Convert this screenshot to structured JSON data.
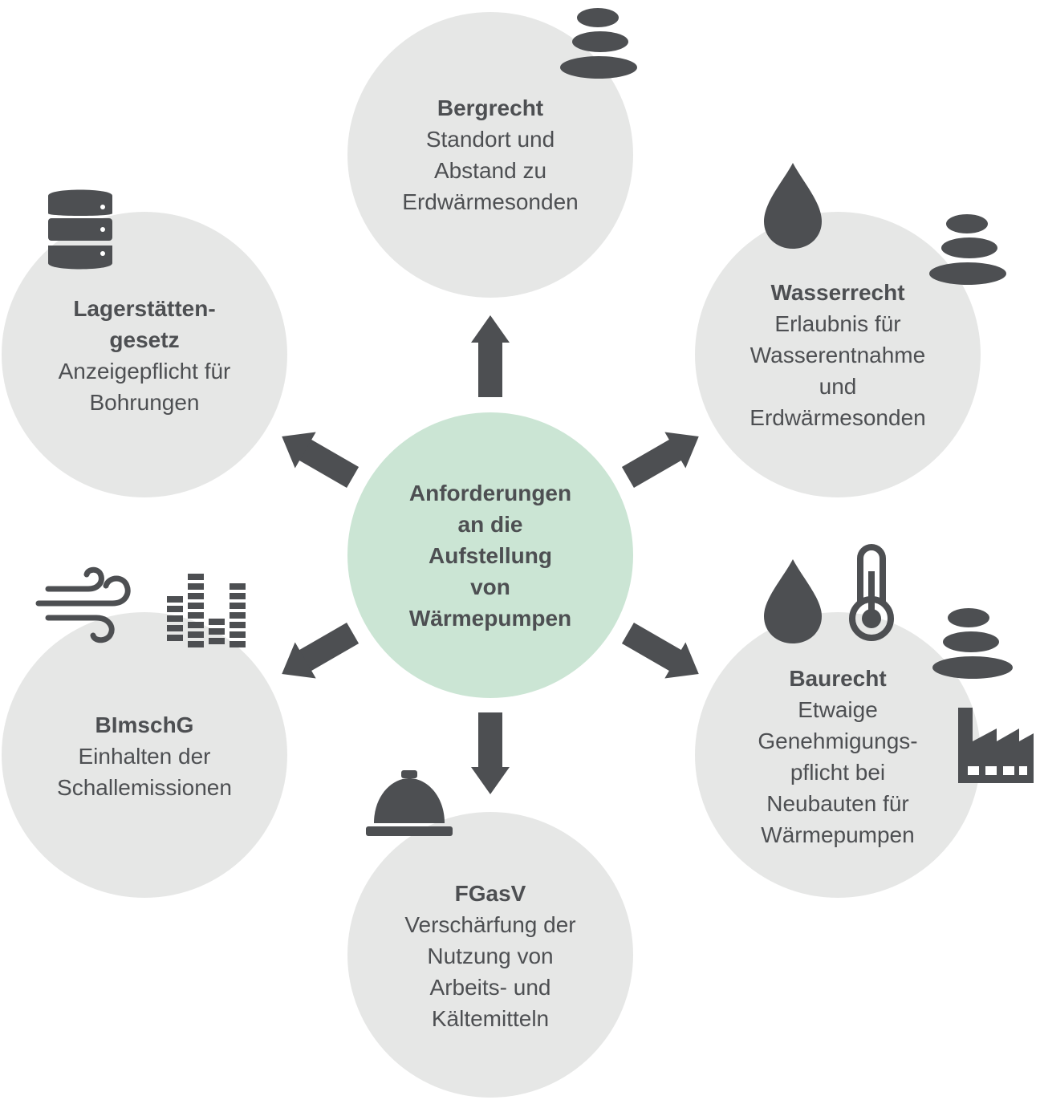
{
  "center": {
    "lines": [
      "Anforderungen",
      "an die",
      "Aufstellung",
      "von",
      "Wärmepumpen"
    ]
  },
  "nodes": [
    {
      "id": "bergrecht",
      "title_lines": [
        "Bergrecht"
      ],
      "desc_lines": [
        "Standort und",
        "Abstand zu",
        "Erdwärmesonden"
      ],
      "icons": [
        "stones-icon"
      ]
    },
    {
      "id": "wasserrecht",
      "title_lines": [
        "Wasserrecht"
      ],
      "desc_lines": [
        "Erlaubnis für",
        "Wasserentnahme",
        "und",
        "Erdwärmesonden"
      ],
      "icons": [
        "water-drop-icon",
        "stones-icon"
      ]
    },
    {
      "id": "baurecht",
      "title_lines": [
        "Baurecht"
      ],
      "desc_lines": [
        "Etwaige",
        "Genehmigungs-",
        "pflicht bei",
        "Neubauten für",
        "Wärmepumpen"
      ],
      "icons": [
        "water-drop-icon",
        "thermometer-icon",
        "stones-icon",
        "factory-icon"
      ]
    },
    {
      "id": "fgasv",
      "title_lines": [
        "FGasV"
      ],
      "desc_lines": [
        "Verschärfung der",
        "Nutzung von",
        "Arbeits- und",
        "Kältemitteln"
      ],
      "icons": [
        "service-bell-icon"
      ]
    },
    {
      "id": "bimschg",
      "title_lines": [
        "BImschG"
      ],
      "desc_lines": [
        "Einhalten der",
        "Schallemissionen"
      ],
      "icons": [
        "wind-icon",
        "equalizer-icon"
      ]
    },
    {
      "id": "lagerstaetten",
      "title_lines": [
        "Lagerstätten-",
        "gesetz"
      ],
      "desc_lines": [
        "Anzeigepflicht für",
        "Bohrungen"
      ],
      "icons": [
        "database-icon"
      ]
    }
  ],
  "colors": {
    "node_fill": "#e6e7e6",
    "center_fill": "#cbe5d4",
    "icon_and_arrow": "#4d4f52",
    "text": "#4d4f52"
  }
}
